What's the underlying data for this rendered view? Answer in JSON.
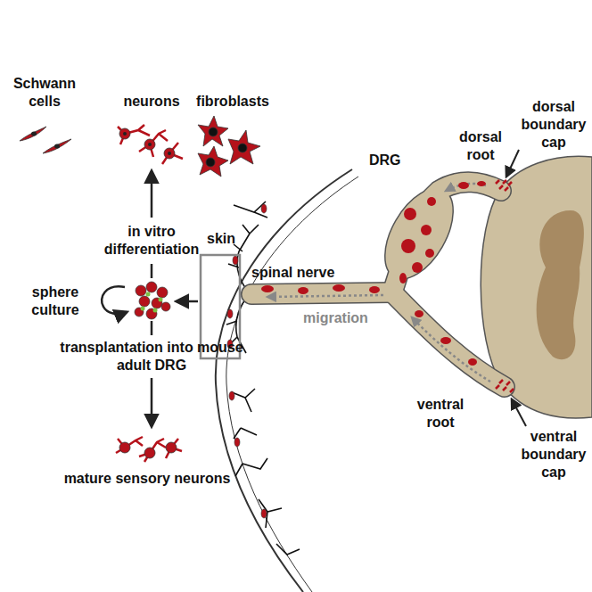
{
  "diagram": {
    "labels": [
      "Schwann cells",
      "neurons",
      "fibroblasts",
      "in vitro differentiation",
      "sphere culture",
      "transplantation into mouse adult DRG",
      "mature sensory neurons",
      "skin",
      "spinal nerve",
      "migration",
      "DRG",
      "dorsal root",
      "dorsal boundary cap",
      "ventral root",
      "ventral boundary cap"
    ]
  }
}
